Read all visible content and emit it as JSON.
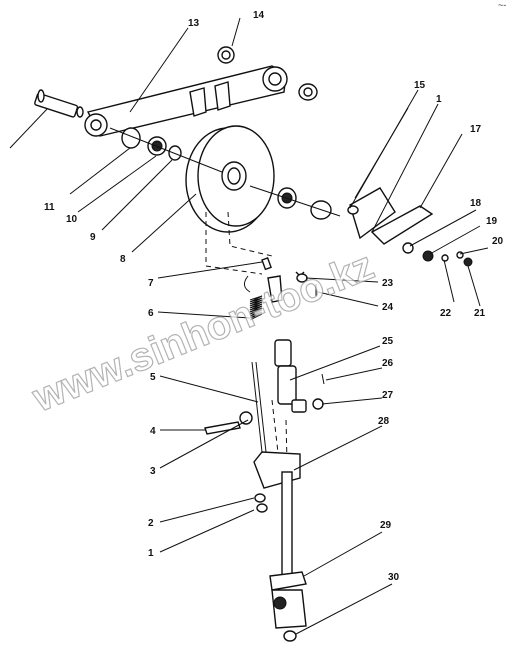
{
  "watermark": "www.sinhon-too.kz",
  "corner_mark": "~-",
  "callouts": [
    {
      "id": "1",
      "label": "1"
    },
    {
      "id": "2",
      "label": "2"
    },
    {
      "id": "3",
      "label": "3"
    },
    {
      "id": "4",
      "label": "4"
    },
    {
      "id": "5",
      "label": "5"
    },
    {
      "id": "6",
      "label": "6"
    },
    {
      "id": "7",
      "label": "7"
    },
    {
      "id": "8",
      "label": "8"
    },
    {
      "id": "9",
      "label": "9"
    },
    {
      "id": "10",
      "label": "10"
    },
    {
      "id": "11",
      "label": "11"
    },
    {
      "id": "13",
      "label": "13"
    },
    {
      "id": "14",
      "label": "14"
    },
    {
      "id": "15",
      "label": "15"
    },
    {
      "id": "1b",
      "label": "1"
    },
    {
      "id": "17",
      "label": "17"
    },
    {
      "id": "18",
      "label": "18"
    },
    {
      "id": "19",
      "label": "19"
    },
    {
      "id": "20",
      "label": "20"
    },
    {
      "id": "21",
      "label": "21"
    },
    {
      "id": "22",
      "label": "22"
    },
    {
      "id": "23",
      "label": "23"
    },
    {
      "id": "24",
      "label": "24"
    },
    {
      "id": "25",
      "label": "25"
    },
    {
      "id": "26",
      "label": "26"
    },
    {
      "id": "27",
      "label": "27"
    },
    {
      "id": "28",
      "label": "28"
    },
    {
      "id": "29",
      "label": "29"
    },
    {
      "id": "30",
      "label": "30"
    }
  ]
}
